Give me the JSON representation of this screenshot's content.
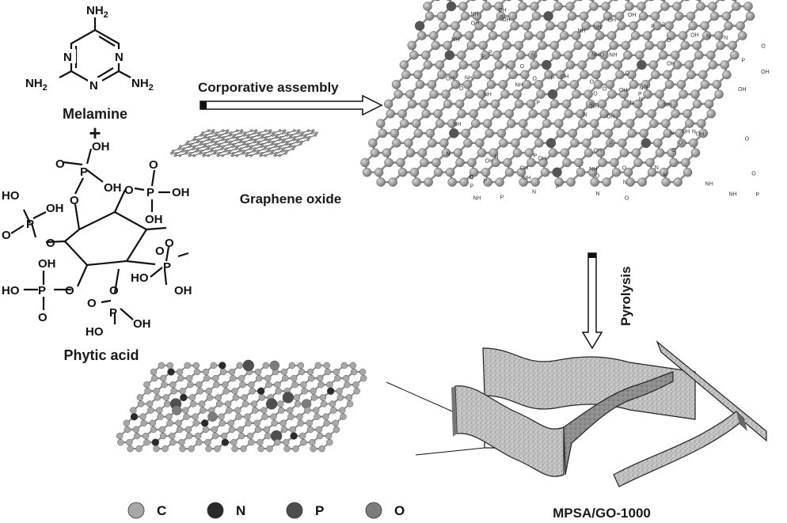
{
  "reactants": {
    "melamine": {
      "name": "Melamine",
      "amino_group": "NH2",
      "ring_atom": "N"
    },
    "plus_sign": "+",
    "phytic_acid": {
      "name": "Phytic acid",
      "atoms": {
        "hydroxyl_left": "HO",
        "hydroxyl_right": "OH",
        "phosphorus": "P",
        "oxygen": "O"
      }
    }
  },
  "step1": {
    "label": "Corporative assembly"
  },
  "graphene_oxide": {
    "label": "Graphene oxide"
  },
  "step2": {
    "label": "Pyrolysis"
  },
  "product": {
    "label": "MPSA/GO-1000"
  },
  "legend": [
    {
      "symbol": "C",
      "color": "#a8a8a8"
    },
    {
      "symbol": "N",
      "color": "#2a2a2a"
    },
    {
      "symbol": "P",
      "color": "#4e4e4e"
    },
    {
      "symbol": "O",
      "color": "#7c7c7c"
    }
  ],
  "colors": {
    "lattice": "#8c8c8c",
    "ink": "#111111",
    "sheet": "#b9b9b9"
  }
}
